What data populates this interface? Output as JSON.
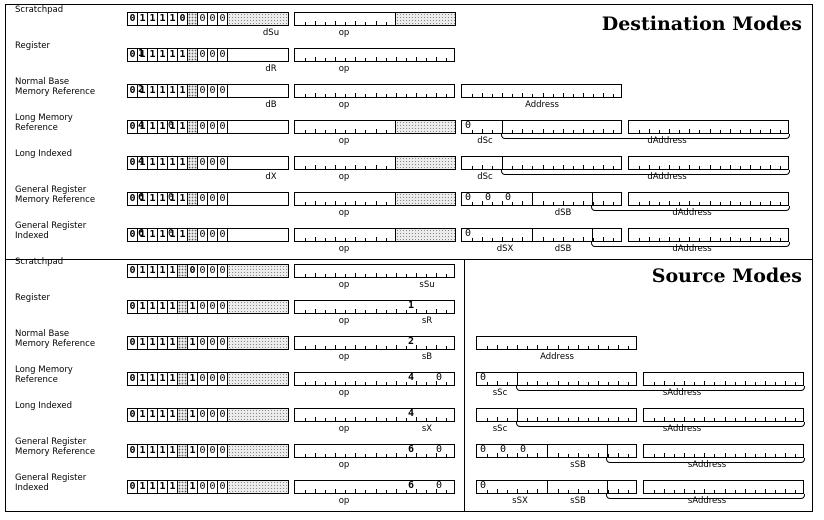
{
  "destination": {
    "title": "Destination Modes",
    "rows": [
      {
        "label": "Scratchpad",
        "bits": [
          "0",
          "1",
          "1",
          "1",
          "1",
          "0",
          "x",
          "0",
          "0",
          "0"
        ],
        "f1": {
          "value": "",
          "label": "dSu"
        },
        "f2": {
          "label": "op"
        },
        "ext": null
      },
      {
        "label": "Register",
        "bits": [
          "0",
          "1",
          "1",
          "1",
          "1",
          "1",
          "x",
          "0",
          "0",
          "0"
        ],
        "f1": {
          "value": "1",
          "label": "dR"
        },
        "f2": {
          "label": "op"
        },
        "ext": null
      },
      {
        "label": "Normal Base\nMemory Reference",
        "bits": [
          "0",
          "1",
          "1",
          "1",
          "1",
          "1",
          "x",
          "0",
          "0",
          "0"
        ],
        "f1": {
          "value": "2",
          "label": "dB"
        },
        "f2": {
          "label": "op"
        },
        "ext": {
          "type": "addr",
          "label": "Address"
        }
      },
      {
        "label": "Long Memory\nReference",
        "bits": [
          "0",
          "1",
          "1",
          "1",
          "1",
          "1",
          "x",
          "0",
          "0",
          "0"
        ],
        "f1": {
          "value": "4",
          "value2": "0"
        },
        "f2": {
          "label": "op"
        },
        "ext": {
          "type": "long",
          "vals": [
            "0"
          ],
          "a": "dSc",
          "b": "",
          "addr": "dAddress"
        }
      },
      {
        "label": "Long Indexed",
        "bits": [
          "0",
          "1",
          "1",
          "1",
          "1",
          "1",
          "x",
          "0",
          "0",
          "0"
        ],
        "f1": {
          "value": "4",
          "label": "dX"
        },
        "f2": {
          "label": "op"
        },
        "ext": {
          "type": "long",
          "vals": [],
          "a": "dSc",
          "b": "",
          "addr": "dAddress"
        }
      },
      {
        "label": "General Register\nMemory Reference",
        "bits": [
          "0",
          "1",
          "1",
          "1",
          "1",
          "1",
          "x",
          "0",
          "0",
          "0"
        ],
        "f1": {
          "value": "6",
          "value2": "0"
        },
        "f2": {
          "label": "op"
        },
        "ext": {
          "type": "gen",
          "vals": [
            "0",
            "0",
            "0"
          ],
          "a": "",
          "b": "dSB",
          "addr": "dAddress"
        }
      },
      {
        "label": "General Register\nIndexed",
        "bits": [
          "0",
          "1",
          "1",
          "1",
          "1",
          "1",
          "x",
          "0",
          "0",
          "0"
        ],
        "f1": {
          "value": "6",
          "value2": "0"
        },
        "f2": {
          "label": "op"
        },
        "ext": {
          "type": "gen",
          "vals": [
            "0"
          ],
          "a": "dSX",
          "b": "dSB",
          "addr": "dAddress"
        }
      }
    ]
  },
  "source": {
    "title": "Source Modes",
    "rows": [
      {
        "label": "Scratchpad",
        "bits": [
          "0",
          "1",
          "1",
          "1",
          "1",
          "x",
          "0",
          "0",
          "0",
          "0"
        ],
        "f2": {
          "label": "op",
          "label2": "sSu"
        },
        "ext": null
      },
      {
        "label": "Register",
        "bits": [
          "0",
          "1",
          "1",
          "1",
          "1",
          "x",
          "1",
          "0",
          "0",
          "0"
        ],
        "f2": {
          "value": "1",
          "label": "op",
          "label2": "sR"
        },
        "ext": null
      },
      {
        "label": "Normal Base\nMemory Reference",
        "bits": [
          "0",
          "1",
          "1",
          "1",
          "1",
          "x",
          "1",
          "0",
          "0",
          "0"
        ],
        "f2": {
          "value": "2",
          "label": "op",
          "label2": "sB"
        },
        "ext": {
          "type": "addr",
          "label": "Address"
        }
      },
      {
        "label": "Long Memory\nReference",
        "bits": [
          "0",
          "1",
          "1",
          "1",
          "1",
          "x",
          "1",
          "0",
          "0",
          "0"
        ],
        "f2": {
          "value": "4",
          "value2": "0",
          "label": "op"
        },
        "ext": {
          "type": "long",
          "vals": [
            "0"
          ],
          "a": "sSc",
          "b": "",
          "addr": "sAddress"
        }
      },
      {
        "label": "Long Indexed",
        "bits": [
          "0",
          "1",
          "1",
          "1",
          "1",
          "x",
          "1",
          "0",
          "0",
          "0"
        ],
        "f2": {
          "value": "4",
          "label": "op",
          "label2": "sX"
        },
        "ext": {
          "type": "long",
          "vals": [],
          "a": "sSc",
          "b": "",
          "addr": "sAddress"
        }
      },
      {
        "label": "General Register\nMemory Reference",
        "bits": [
          "0",
          "1",
          "1",
          "1",
          "1",
          "x",
          "1",
          "0",
          "0",
          "0"
        ],
        "f2": {
          "value": "6",
          "value2": "0",
          "label": "op"
        },
        "ext": {
          "type": "gen",
          "vals": [
            "0",
            "0",
            "0"
          ],
          "a": "",
          "b": "sSB",
          "addr": "sAddress"
        }
      },
      {
        "label": "General Register\nIndexed",
        "bits": [
          "0",
          "1",
          "1",
          "1",
          "1",
          "x",
          "1",
          "0",
          "0",
          "0"
        ],
        "f2": {
          "value": "6",
          "value2": "0",
          "label": "op"
        },
        "ext": {
          "type": "gen",
          "vals": [
            "0"
          ],
          "a": "sSX",
          "b": "sSB",
          "addr": "sAddress"
        }
      }
    ]
  }
}
